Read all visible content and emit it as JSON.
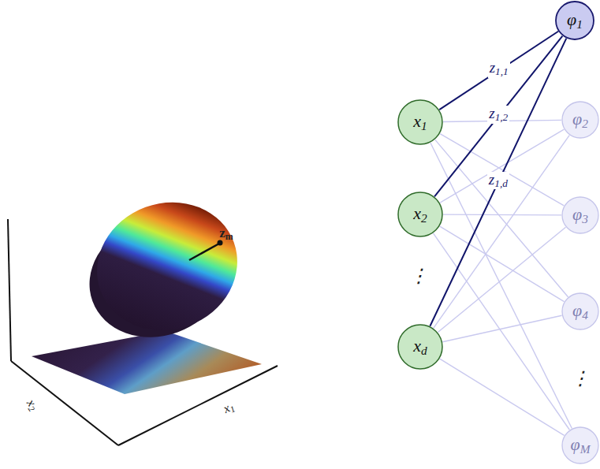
{
  "diagram": {
    "nodes": [
      {
        "text": [
          "x1"
        ]
      },
      {
        "text": [
          "x2"
        ]
      },
      {
        "text": [
          "xd"
        ]
      },
      {
        "text": [
          "φ1"
        ]
      },
      {
        "text": [
          "φ2"
        ]
      },
      {
        "text": [
          "φ3"
        ]
      },
      {
        "text": [
          "φ4"
        ]
      },
      {
        "text": [
          "φM"
        ]
      }
    ],
    "edges": [
      {
        "from": 0,
        "to": 4,
        "arrow": "none"
      },
      {
        "from": 0,
        "to": 5,
        "arrow": "none"
      },
      {
        "from": 0,
        "to": 6,
        "arrow": "none"
      },
      {
        "from": 0,
        "to": 7,
        "arrow": "none"
      },
      {
        "from": 1,
        "to": 4,
        "arrow": "none"
      },
      {
        "from": 1,
        "to": 5,
        "arrow": "none"
      },
      {
        "from": 1,
        "to": 6,
        "arrow": "none"
      },
      {
        "from": 1,
        "to": 7,
        "arrow": "none"
      },
      {
        "from": 2,
        "to": 4,
        "arrow": "none"
      },
      {
        "from": 2,
        "to": 5,
        "arrow": "none"
      },
      {
        "from": 2,
        "to": 6,
        "arrow": "none"
      },
      {
        "from": 2,
        "to": 7,
        "arrow": "none"
      },
      {
        "from": 0,
        "to": 3,
        "label": "z1,1",
        "arrow": "none"
      },
      {
        "from": 1,
        "to": 3,
        "label": "z1,2",
        "arrow": "none"
      },
      {
        "from": 2,
        "to": 3,
        "label": "z1,d",
        "arrow": "none"
      }
    ],
    "labels": [
      "zm",
      "x2",
      "x1",
      "⋮",
      "⋮"
    ]
  }
}
